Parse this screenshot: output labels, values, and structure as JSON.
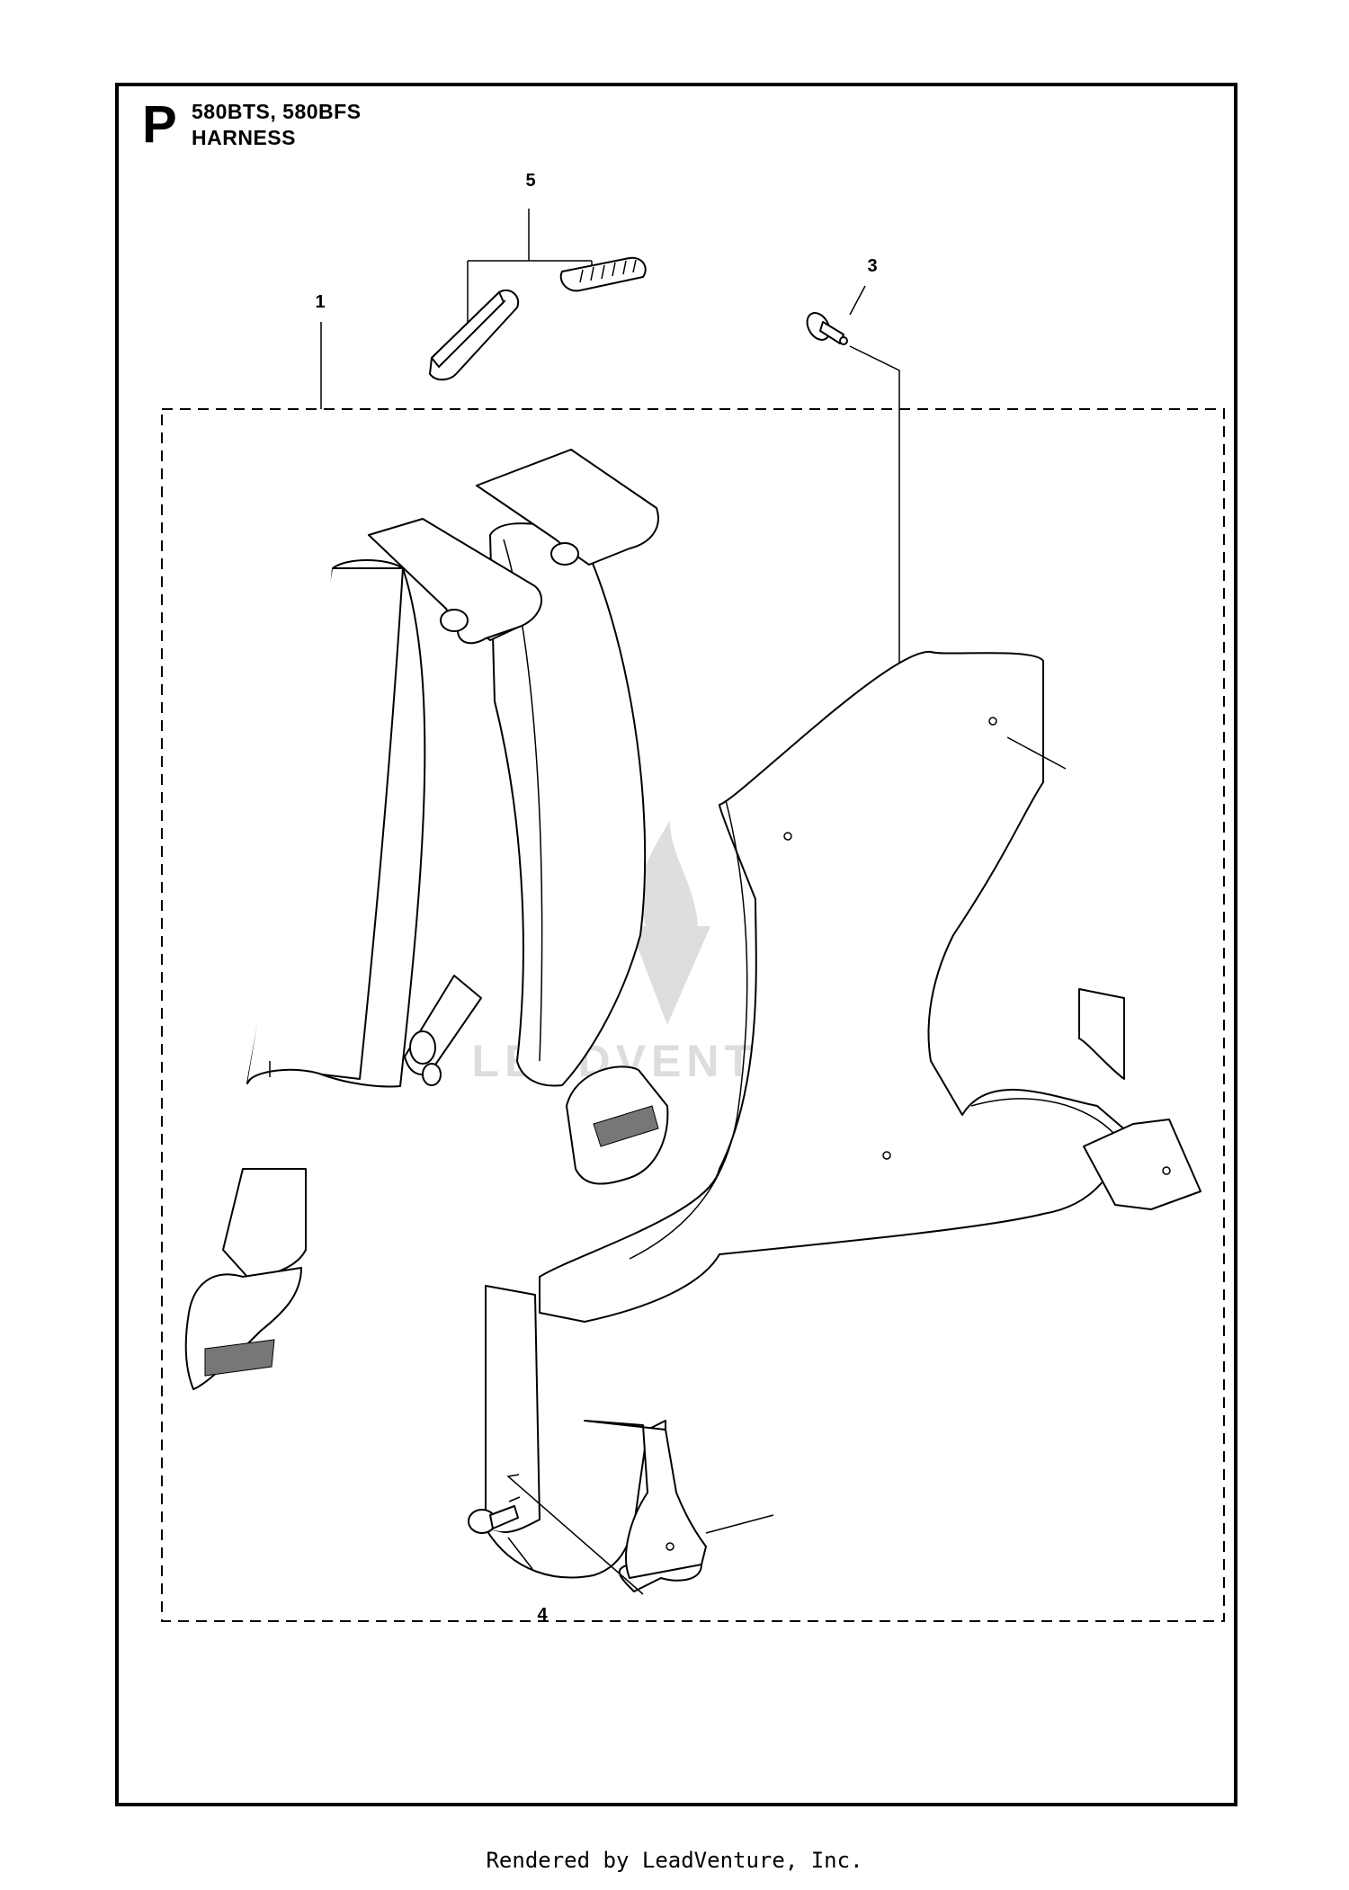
{
  "header": {
    "section_letter": "P",
    "models": "580BTS, 580BFS",
    "title": "HARNESS"
  },
  "callouts": {
    "c1": "1",
    "c3": "3",
    "c4": "4",
    "c5": "5"
  },
  "watermark": "LEADVENTURE",
  "footer": "Rendered by LeadVenture, Inc."
}
